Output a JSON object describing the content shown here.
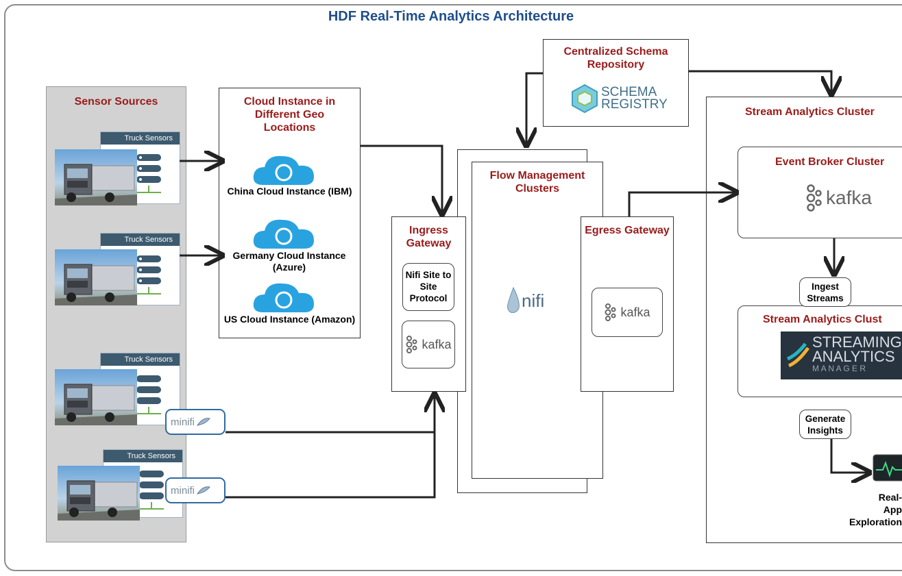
{
  "title": "HDF Real-Time Analytics Architecture",
  "sensor_sources": {
    "title": "Sensor Sources",
    "trucks": [
      {
        "tag": "Truck Sensors"
      },
      {
        "tag": "Truck Sensors",
        "agent": "minifi"
      },
      {
        "tag": "Truck Sensors",
        "agent": "minifi"
      },
      {
        "tag": "Truck Sensors"
      }
    ]
  },
  "cloud": {
    "title": "Cloud Instance in Different Geo Locations",
    "instances": [
      {
        "label": "China Cloud Instance (IBM)"
      },
      {
        "label": "Germany Cloud Instance (Azure)"
      },
      {
        "label": "US Cloud Instance (Amazon)"
      }
    ]
  },
  "schema": {
    "title": "Centralized Schema Repository",
    "logo_line1": "SCHEMA",
    "logo_line2": "REGISTRY"
  },
  "flow": {
    "title": "Flow Management Clusters",
    "logo": "nifi"
  },
  "ingress": {
    "title": "Ingress Gateway",
    "protocol": "Nifi Site to Site Protocol",
    "kafka": "kafka"
  },
  "egress": {
    "title": "Egress Gateway",
    "kafka": "kafka"
  },
  "stream_cluster": {
    "title": "Stream Analytics Cluster",
    "broker_title": "Event Broker Cluster",
    "broker_kafka": "kafka",
    "ingest": "Ingest Streams",
    "sa_title": "Stream Analytics Clust",
    "sam_line1": "STREAMING",
    "sam_line2": "ANALYTICS",
    "sam_line3": "M A N A G E R",
    "generate": "Generate Insights",
    "realtime_line1": "Real-",
    "realtime_line2": "App",
    "realtime_line3": "Exploration"
  },
  "colors": {
    "title": "#1f4e8c",
    "section_title": "#9a1b1b",
    "cloud": "#29a3e0",
    "minifi_border": "#2f6aa0"
  }
}
